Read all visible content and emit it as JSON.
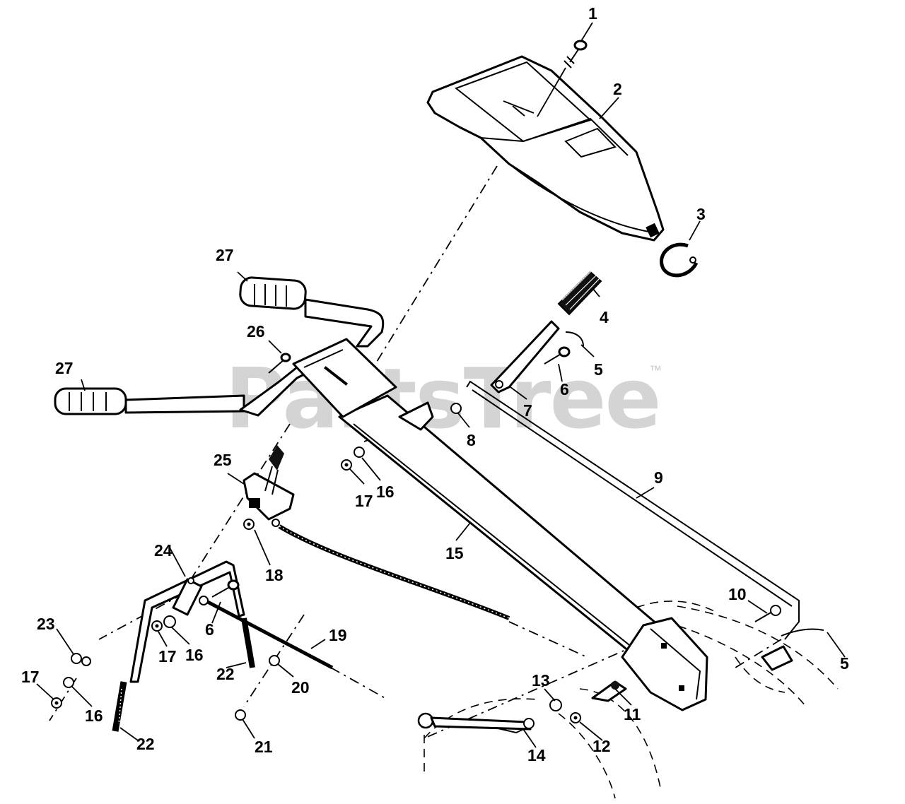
{
  "watermark": {
    "text": "PartsTree",
    "trademark": "™"
  },
  "callouts": [
    {
      "id": "c1",
      "label": "1"
    },
    {
      "id": "c2",
      "label": "2"
    },
    {
      "id": "c3",
      "label": "3"
    },
    {
      "id": "c4",
      "label": "4"
    },
    {
      "id": "c5a",
      "label": "5"
    },
    {
      "id": "c5b",
      "label": "5"
    },
    {
      "id": "c6a",
      "label": "6"
    },
    {
      "id": "c6b",
      "label": "6"
    },
    {
      "id": "c7",
      "label": "7"
    },
    {
      "id": "c8",
      "label": "8"
    },
    {
      "id": "c9",
      "label": "9"
    },
    {
      "id": "c10",
      "label": "10"
    },
    {
      "id": "c11",
      "label": "11"
    },
    {
      "id": "c12",
      "label": "12"
    },
    {
      "id": "c13",
      "label": "13"
    },
    {
      "id": "c14",
      "label": "14"
    },
    {
      "id": "c15",
      "label": "15"
    },
    {
      "id": "c16a",
      "label": "16"
    },
    {
      "id": "c16b",
      "label": "16"
    },
    {
      "id": "c16c",
      "label": "16"
    },
    {
      "id": "c17a",
      "label": "17"
    },
    {
      "id": "c17b",
      "label": "17"
    },
    {
      "id": "c17c",
      "label": "17"
    },
    {
      "id": "c18",
      "label": "18"
    },
    {
      "id": "c19",
      "label": "19"
    },
    {
      "id": "c20",
      "label": "20"
    },
    {
      "id": "c21",
      "label": "21"
    },
    {
      "id": "c22a",
      "label": "22"
    },
    {
      "id": "c22b",
      "label": "22"
    },
    {
      "id": "c23",
      "label": "23"
    },
    {
      "id": "c24",
      "label": "24"
    },
    {
      "id": "c25",
      "label": "25"
    },
    {
      "id": "c26",
      "label": "26"
    },
    {
      "id": "c27a",
      "label": "27"
    },
    {
      "id": "c27b",
      "label": "27"
    }
  ]
}
